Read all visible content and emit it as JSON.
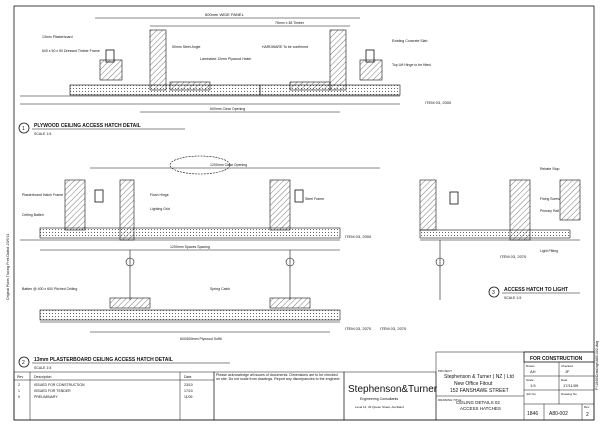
{
  "drawing_titles": {
    "plywood": {
      "number": "1",
      "title": "PLYWOOD CEILING ACCESS HATCH DETAIL",
      "scale": "SCALE 1:5"
    },
    "plasterboard": {
      "number": "2",
      "title": "13mm PLASTERBOARD CEILING ACCESS HATCH DETAIL",
      "scale": "SCALE 1:5"
    },
    "hatch_to_light": {
      "number": "3",
      "title": "ACCESS HATCH TO LIGHT",
      "scale": "SCALE 1:5"
    }
  },
  "dimensions": {
    "top_overall": "600mm WIDE PANEL",
    "top_opening": "600mm Clear Opening",
    "top_right_stud": "76mm x 38 Timber",
    "mid_opening": "1200mm Clear Opening",
    "bottom_overall": "600/600mm Plywood Soffit",
    "side_spacing": "1200mm Spaces Spacing"
  },
  "notes": {
    "n1": "13mm Plasterboard",
    "n2": "600 x 50 x 50 Dressed Timber Frame",
    "n3": "50mm Steel Angle",
    "n4": "Laminated 12mm Plywood Hatch",
    "n5": "HARDWARE To be confirmed",
    "n6": "Existing Concrete Slab",
    "n7": "Top Lift Hinge to be fitted",
    "n8": "Plasterboard Hatch Frame",
    "n9": "Ceiling Batten",
    "n10": "Flush Hinge",
    "n11": "Lighting Grid",
    "n12": "Spring Catch",
    "n13": "Batten @ 400 x 600 Pitched Ceiling",
    "n14": "Steel Frame",
    "n15": "Rebate Stop",
    "n16": "Fixing Screw",
    "n17": "Primary Rail",
    "n18": "Light Fitting"
  },
  "references": {
    "ref_a": "ITEM 03, 2000",
    "ref_b": "ITEM 03, 2000",
    "ref_c": "ITEM 03, 2070",
    "ref_d": "ITEM 03, 2070",
    "ref_e": "ITEM 03, 2070"
  },
  "side_labels": {
    "left_margin": "Original Plans  Tracing  Print Dated: 23/9/14",
    "project_path": "P:\\1846\\Drawings\\A80-002.dwg"
  },
  "title_block": {
    "status": "FOR CONSTRUCTION",
    "company_name": "Stephenson&Turner",
    "company_tagline": "Engineering Consultants",
    "company_address": "Level 12, 33 Queen Street, Auckland",
    "client": "Stephenson & Turner ( NZ ) Ltd",
    "project": "New Office Fitout",
    "address": "152 FANSHAWE STREET",
    "drawing_title_1": "CEILING DETAILS 02",
    "drawing_title_2": "ACCESS HATCHES",
    "job_no_label": "Job No.",
    "job_no": "1846",
    "drawing_no_label": "Drawing No.",
    "drawing_no": "A80-002",
    "rev_label": "Rev",
    "rev": "2",
    "drawn_label": "Drawn",
    "drawn": "AH",
    "checked_label": "Checked",
    "checked": "JF",
    "scale_label": "Scale",
    "scale": "1:5",
    "date_label": "Date",
    "date": "17/11/09",
    "project_label": "PROJECT",
    "drawing_label": "DRAWING TITLE",
    "notes_text": "Please acknowledge all issues of documents.  Dimensions are to be checked on site.  Do not scale from drawings.  Report any discrepancies to the engineer."
  },
  "revisions": [
    {
      "rev": "2",
      "desc": "ISSUED FOR CONSTRUCTION",
      "date": "23/10"
    },
    {
      "rev": "1",
      "desc": "ISSUED FOR TENDER",
      "date": "17/10"
    },
    {
      "rev": "0",
      "desc": "PRELIMINARY",
      "date": "11/09"
    }
  ],
  "revision_headers": {
    "rev": "Rev",
    "desc": "Description",
    "date": "Date"
  }
}
